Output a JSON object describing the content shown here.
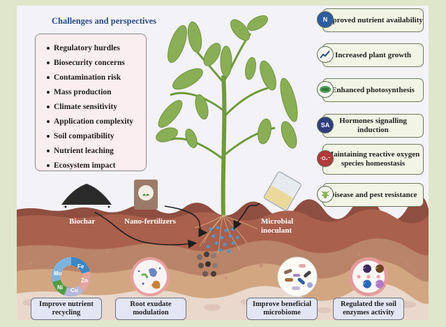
{
  "challenges": {
    "title": "Challenges and perspectives",
    "items": [
      "Regulatory hurdles",
      "Biosecurity concerns",
      "Contamination risk",
      "Mass production",
      "Climate sensitivity",
      "Application complexity",
      "Soil compatibility",
      "Nutrient leaching",
      "Ecosystem impact"
    ]
  },
  "benefits": [
    {
      "label": "Improved nutrient availability",
      "icon": "nitrogen-icon",
      "icon_text": "N",
      "icon_color": "#2c5d9e"
    },
    {
      "label": "Increased plant growth",
      "icon": "growth-trend-icon",
      "icon_text": "",
      "icon_color": "#f6f6f0"
    },
    {
      "label": "Enhanced photosynthesis",
      "icon": "chloroplast-icon",
      "icon_text": "",
      "icon_color": "#f6f6f0"
    },
    {
      "label": "Hormones signalling induction",
      "icon": "salicylic-acid-icon",
      "icon_text": "SA",
      "icon_color": "#2e3e7e"
    },
    {
      "label": "Maintaining reactive oxygen species homeostasis",
      "icon": "superoxide-icon",
      "icon_text": "·O₂⁻",
      "icon_color": "#b23a3a"
    },
    {
      "label": "Disease and pest resistance",
      "icon": "insect-icon",
      "icon_text": "",
      "icon_color": "#f6f6f0"
    }
  ],
  "inputs": {
    "biochar": "Biochar",
    "nano_fertilizers": "Nano-fertilizers",
    "microbial_inoculant_line1": "Microbial",
    "microbial_inoculant_line2": "inoculant"
  },
  "soil_effects": [
    {
      "label": "Improve nutrient recycling"
    },
    {
      "label": "Root exudate modulation"
    },
    {
      "label": "Improve beneficial microbiome"
    },
    {
      "label": "Regulated the soil enzymes activity"
    }
  ],
  "nutrient_cycle": [
    "Fe",
    "Zn",
    "Cu",
    "Ni",
    "Mo"
  ],
  "colors": {
    "frame": "#dfe6c9",
    "title_blue": "#2b4a86",
    "soil_top": "#8e4e40",
    "soil_red": "#a9604c",
    "soil_mid": "#b98468",
    "soil_sand": "#d2a681",
    "soil_pale": "#ead8cc",
    "leaf": "#7fa24a",
    "stem": "#6f9a3c"
  }
}
